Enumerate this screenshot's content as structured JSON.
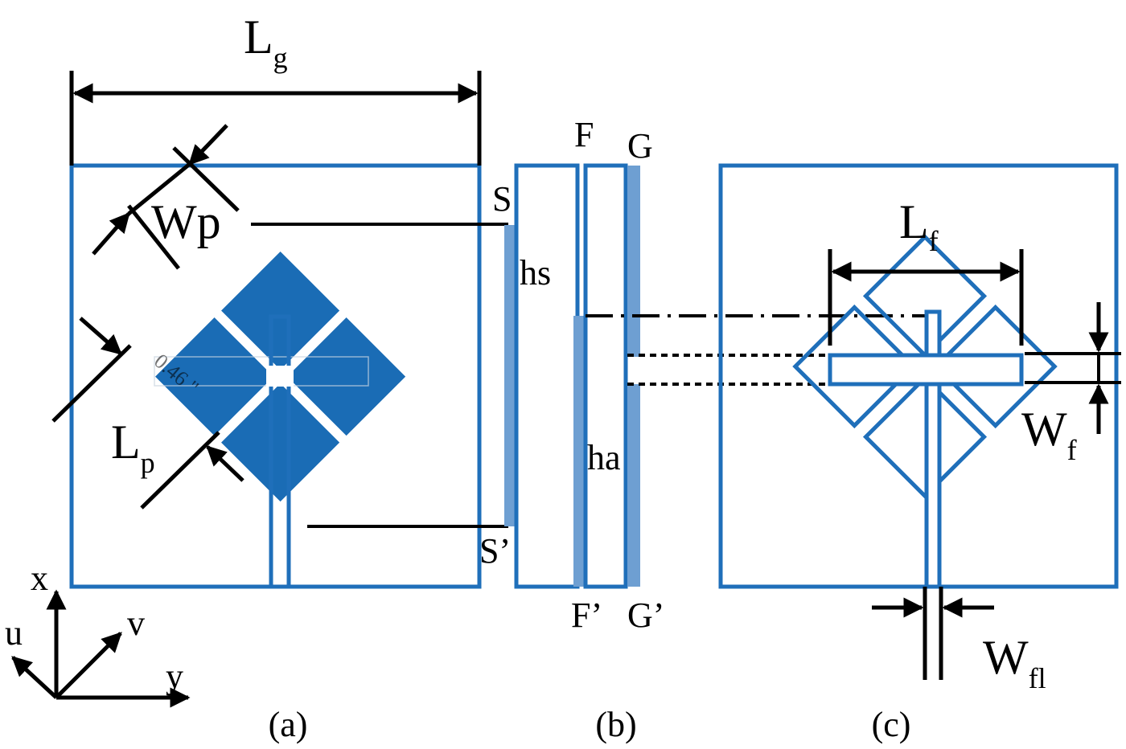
{
  "colors": {
    "outline": "#1f6fba",
    "patch_fill": "#1a6cb5",
    "substrate_fill": "#6e9fd2",
    "ink": "#000000",
    "background": "#ffffff"
  },
  "panel_a": {
    "caption": "(a)",
    "dim_ground": {
      "main": "L",
      "sub": "g"
    },
    "dim_patch_width": {
      "main": "Wp"
    },
    "dim_patch_length": {
      "main": "L",
      "sub": "p"
    },
    "faint_note": "0.46 \"",
    "axes": {
      "x": "x",
      "y": "y",
      "u": "u",
      "v": "v"
    }
  },
  "panel_b": {
    "caption": "(b)",
    "labels": {
      "s_top": "S",
      "s_bottom": "S’",
      "f_top": "F",
      "f_bottom": "F’",
      "g_top": "G",
      "g_bottom": "G’",
      "hs": "hs",
      "ha": "ha"
    }
  },
  "panel_c": {
    "caption": "(c)",
    "dim_feed_length": {
      "main": "L",
      "sub": "f"
    },
    "dim_feed_width": {
      "main": "W",
      "sub": "f"
    },
    "dim_feedline_width": {
      "main": "W",
      "sub": "fl"
    }
  }
}
